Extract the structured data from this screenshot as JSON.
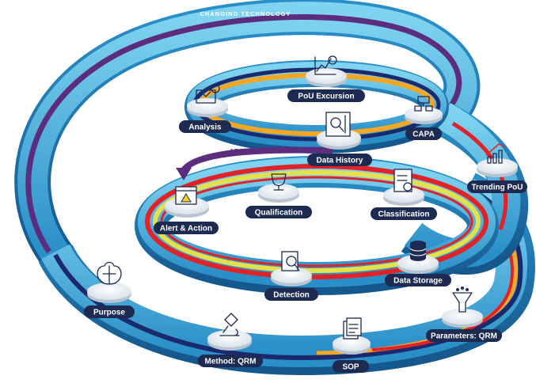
{
  "band_labels": {
    "outer": "CHANGING TECHNOLOGY",
    "inner": "ADJUSTING"
  },
  "nodes": {
    "pou_excursion": "PoU Excursion",
    "analysis": "Analysis",
    "capa": "CAPA",
    "data_history": "Data History",
    "trending_pou": "Trending PoU",
    "alert_action": "Alert & Action",
    "qualification": "Qualification",
    "classification": "Classification",
    "data_storage": "Data Storage",
    "detection": "Detection",
    "purpose": "Purpose",
    "method_qrm": "Method: QRM",
    "sop": "SOP",
    "parameters_qrm": "Parameters: QRM"
  },
  "colors": {
    "ribbon_light": "#5bc2e7",
    "ribbon_mid": "#2a9fd6",
    "ribbon_dark": "#1b6fa8",
    "purple_band": "#5c2d7e",
    "navy_band": "#1a2a6c",
    "orange_band": "#f5a623",
    "red_band": "#e32227",
    "yellow_band": "#e6e04a",
    "label_bg": "#1d2a52",
    "pedestal": "#eef2f6"
  }
}
